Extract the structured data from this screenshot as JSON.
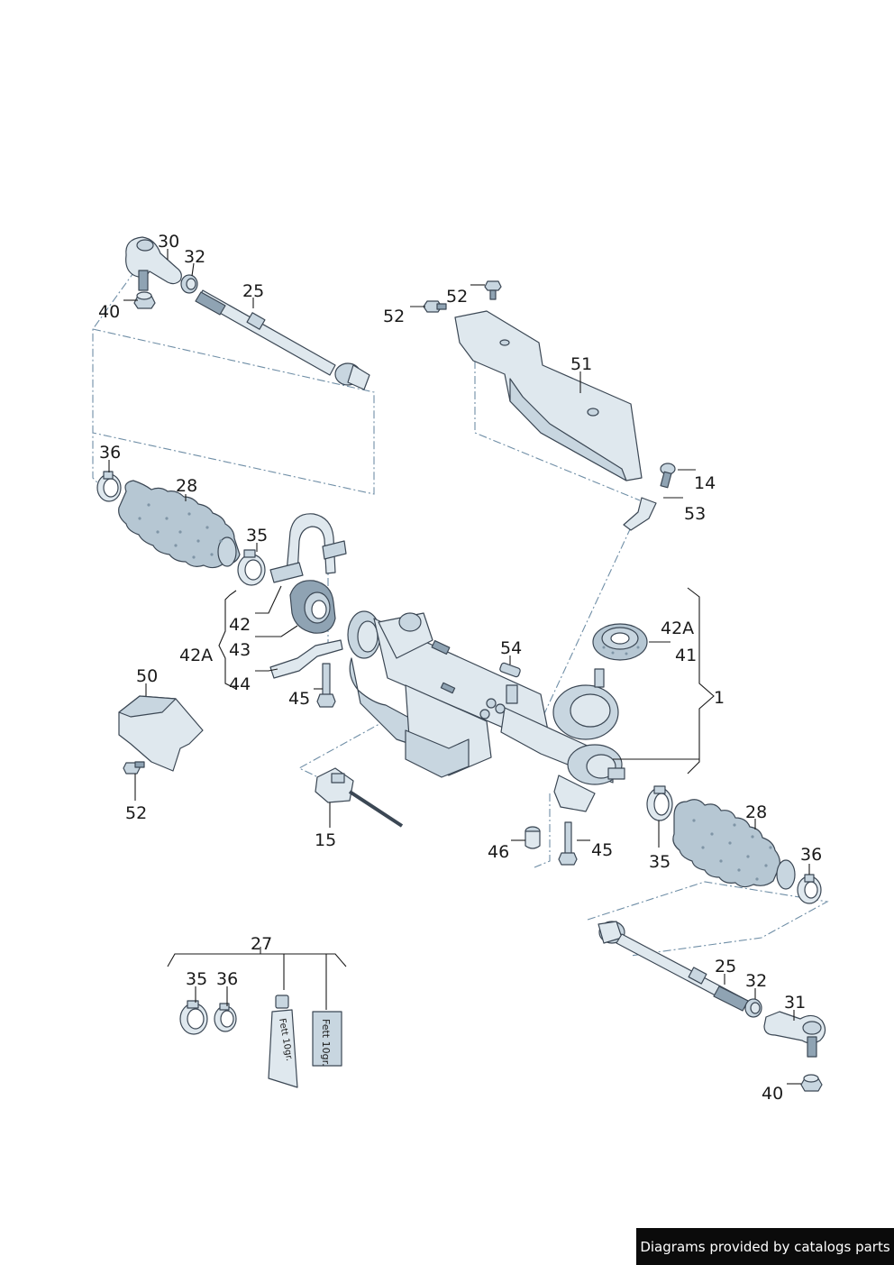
{
  "labels": {
    "p30": "30",
    "p32a": "32",
    "p25a": "25",
    "p40a": "40",
    "p52a": "52",
    "p52b": "52",
    "p51": "51",
    "p14": "14",
    "p53": "53",
    "p36a": "36",
    "p28a": "28",
    "p35a": "35",
    "p42": "42",
    "p43": "43",
    "p44": "44",
    "p42Aa": "42A",
    "p45a": "45",
    "p54": "54",
    "p42Ab": "42A",
    "p41": "41",
    "p1": "1",
    "p50": "50",
    "p52c": "52",
    "p15": "15",
    "p46": "46",
    "p45b": "45",
    "p35b": "35",
    "p28b": "28",
    "p36b": "36",
    "p25b": "25",
    "p32b": "32",
    "p31": "31",
    "p40b": "40",
    "p27": "27",
    "p35c": "35",
    "p36c": "36"
  },
  "grease_tube_text": "Fett 10gr.",
  "grease_packet_text": "Fett 10gr.",
  "credit": "Diagrams provided by catalogs parts",
  "colors": {
    "part_fill": "#dfe8ee",
    "part_stroke": "#3b4754",
    "dash_line": "#6f8ea6",
    "credit_bg": "#0b0b0b"
  }
}
